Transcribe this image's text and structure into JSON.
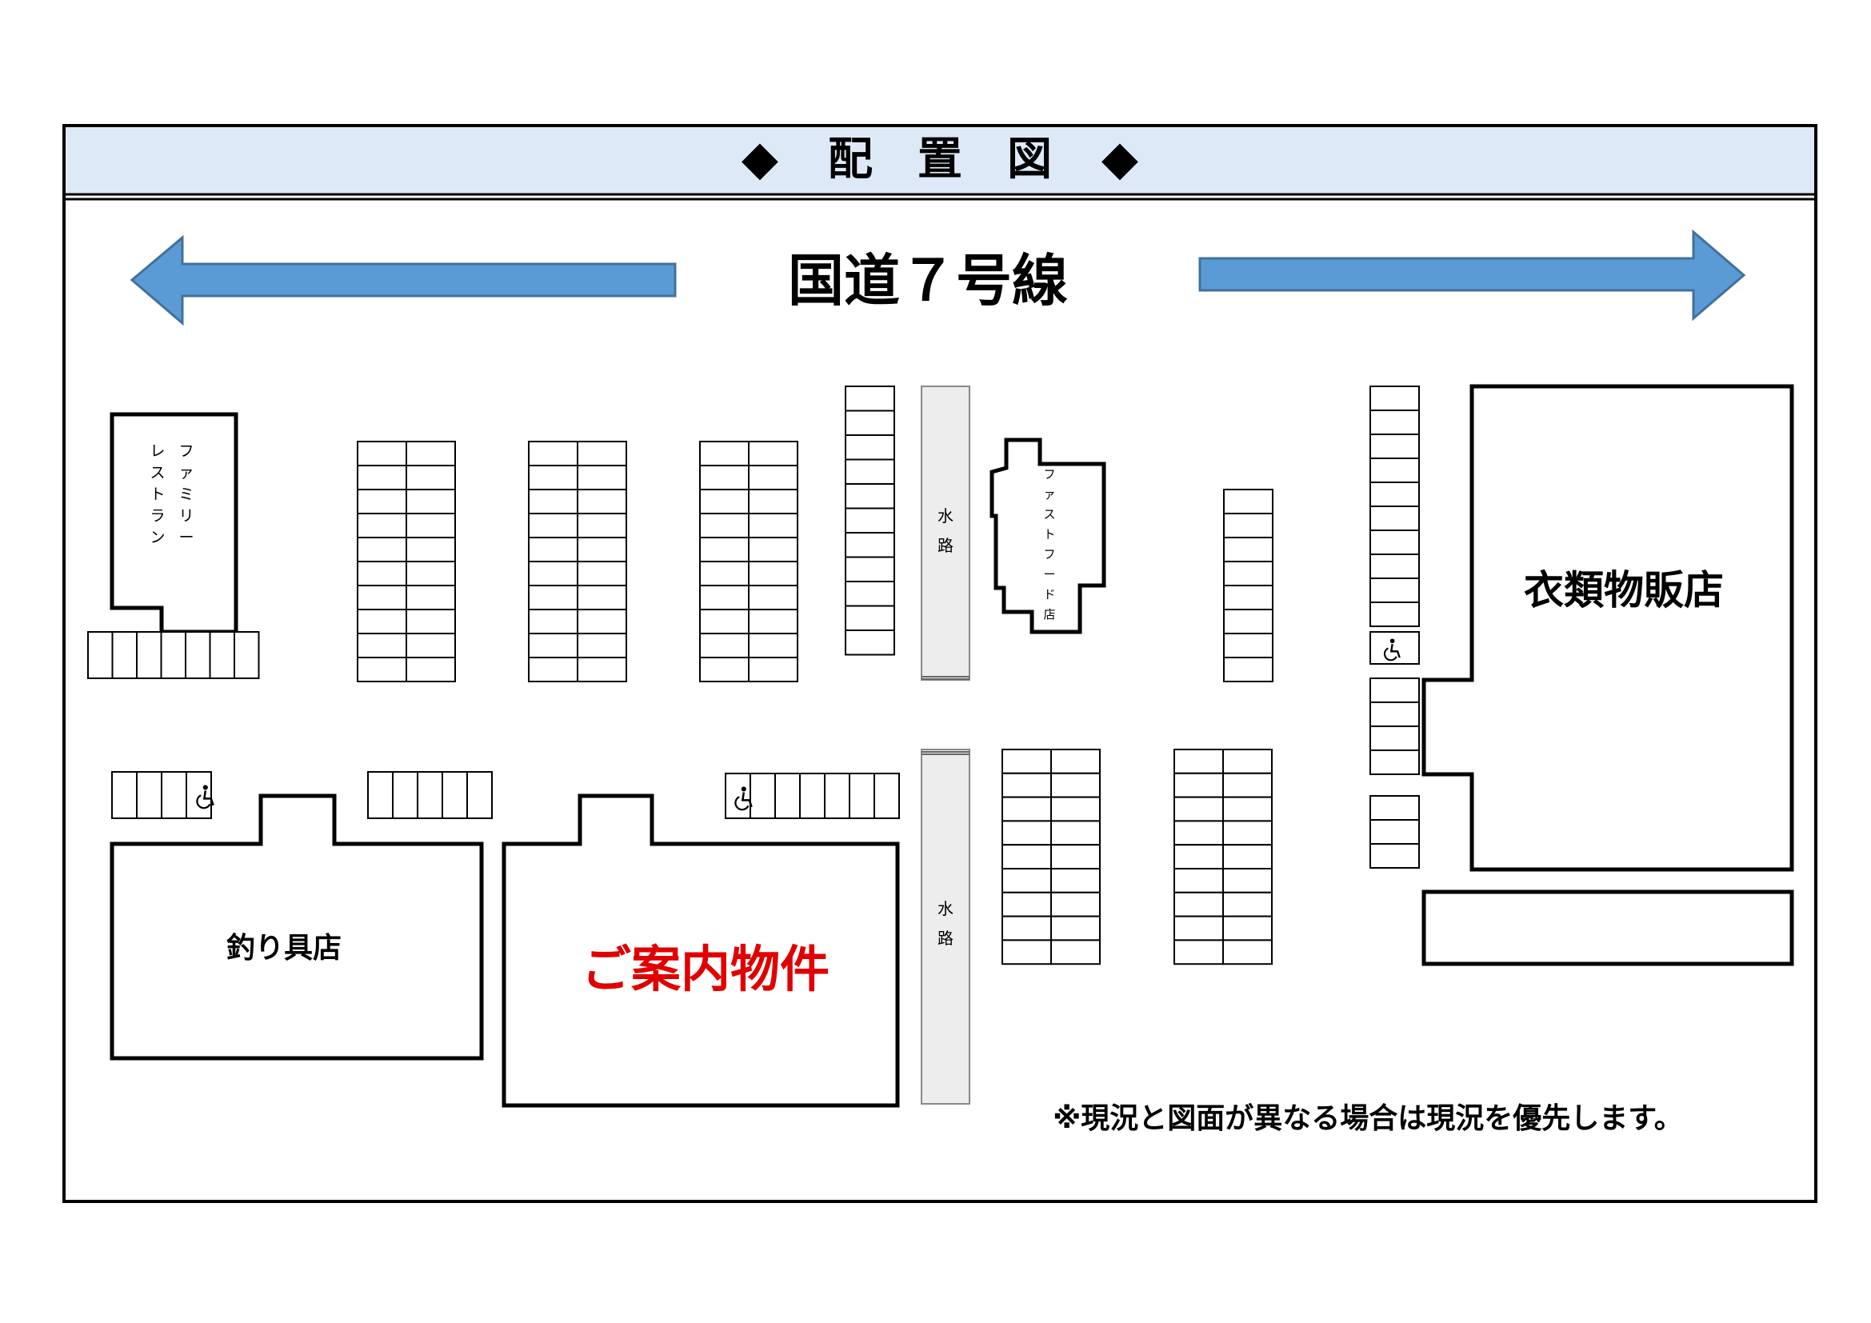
{
  "header": {
    "title": "配　置　図",
    "diamond": "◆"
  },
  "road": {
    "label": "国道７号線",
    "arrows": [
      "arrow-left-icon",
      "arrow-right-icon"
    ]
  },
  "buildings": {
    "family_restaurant": "ファミリーレストラン",
    "fast_food": "ファストフード店",
    "clothing_store": "衣類物販店",
    "fishing_store": "釣り具店",
    "featured_property": "ご案内物件"
  },
  "waterways": [
    "水路",
    "水路"
  ],
  "accessible_icon": "wheelchair-icon",
  "note": "※現況と図面が異なる場合は現況を優先します。",
  "colors": {
    "header_bg": "#dde9f6",
    "arrow": "#5b9bd5",
    "featured_text": "#e00000",
    "waterway_bg": "#ededed",
    "line": "#000000"
  }
}
